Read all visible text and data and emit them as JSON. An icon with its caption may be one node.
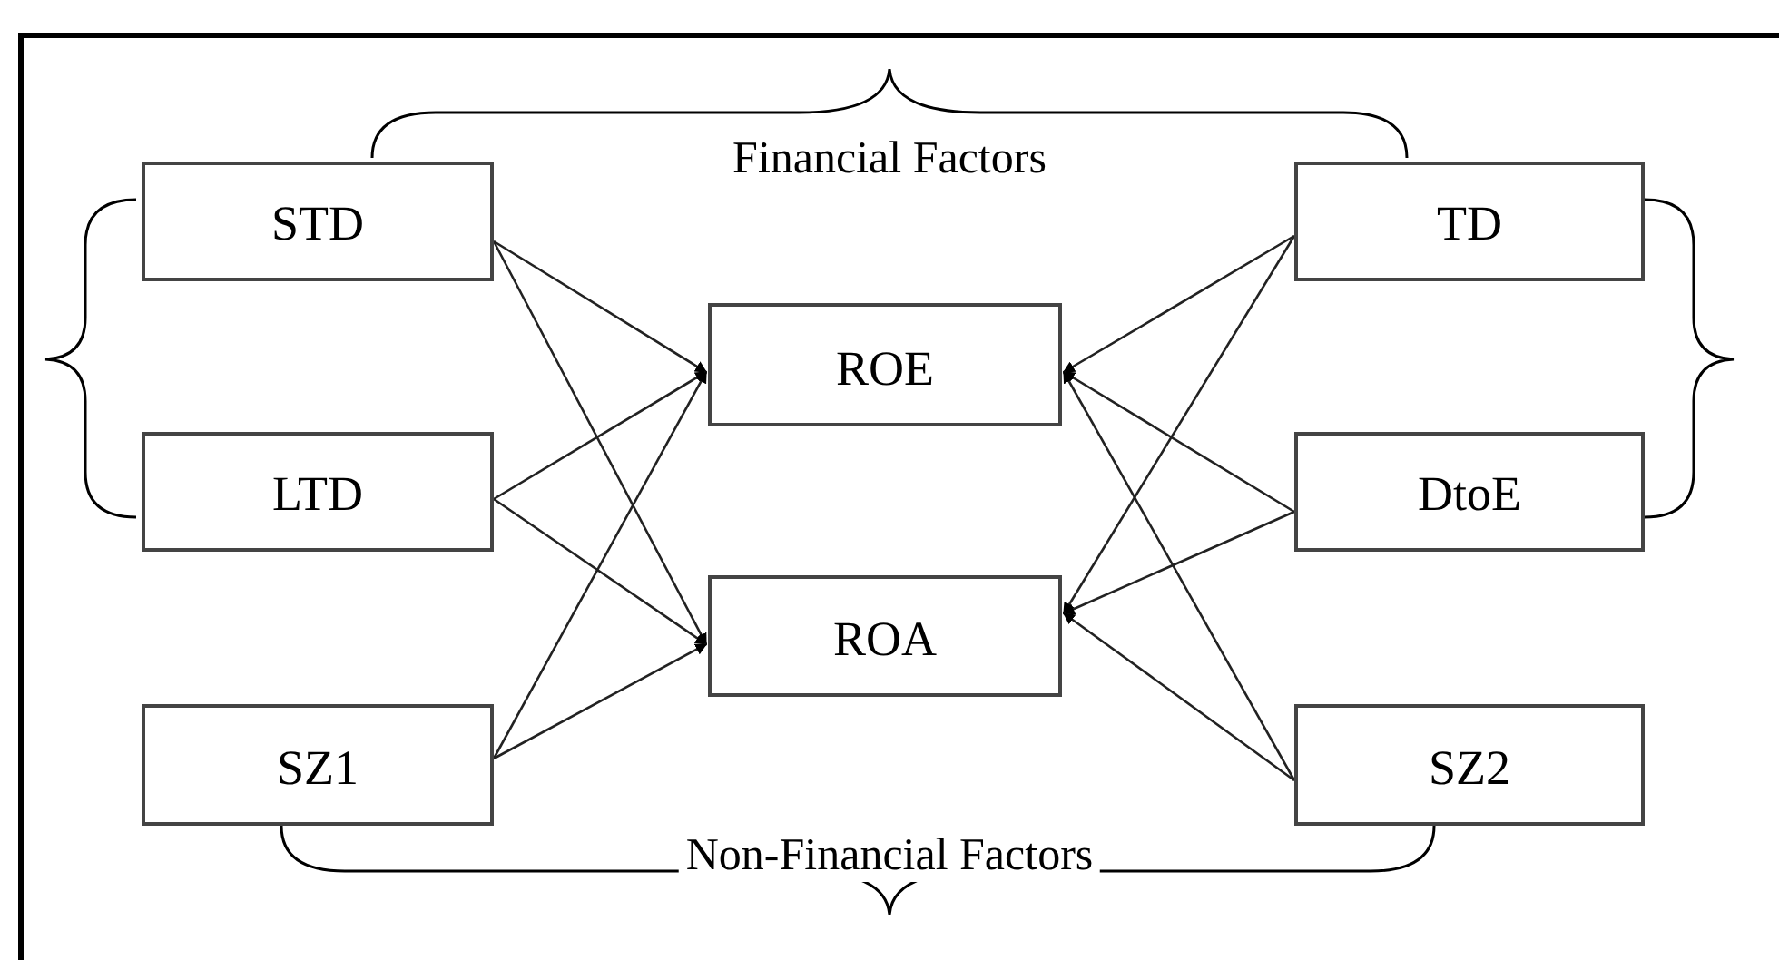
{
  "diagram": {
    "nodes": [
      {
        "text": [
          "STD"
        ]
      },
      {
        "text": [
          "TD"
        ]
      },
      {
        "text": [
          "ROE"
        ]
      },
      {
        "text": [
          "LTD"
        ]
      },
      {
        "text": [
          "DtoE"
        ]
      },
      {
        "text": [
          "ROA"
        ]
      },
      {
        "text": [
          "SZ1"
        ]
      },
      {
        "text": [
          "SZ2"
        ]
      }
    ],
    "edges": [
      {
        "from": 0,
        "to": 2,
        "arrow": "to"
      },
      {
        "from": 0,
        "to": 5,
        "arrow": "to"
      },
      {
        "from": 3,
        "to": 2,
        "arrow": "to"
      },
      {
        "from": 3,
        "to": 5,
        "arrow": "to"
      },
      {
        "from": 6,
        "to": 2,
        "arrow": "to"
      },
      {
        "from": 6,
        "to": 5,
        "arrow": "to"
      },
      {
        "from": 1,
        "to": 2,
        "arrow": "to"
      },
      {
        "from": 1,
        "to": 5,
        "arrow": "to"
      },
      {
        "from": 4,
        "to": 2,
        "arrow": "to"
      },
      {
        "from": 4,
        "to": 5,
        "arrow": "to"
      },
      {
        "from": 7,
        "to": 2,
        "arrow": "to"
      },
      {
        "from": 7,
        "to": 5,
        "arrow": "to"
      }
    ],
    "labels": [
      "Financial Factors",
      "Non-Financial Factors"
    ]
  }
}
